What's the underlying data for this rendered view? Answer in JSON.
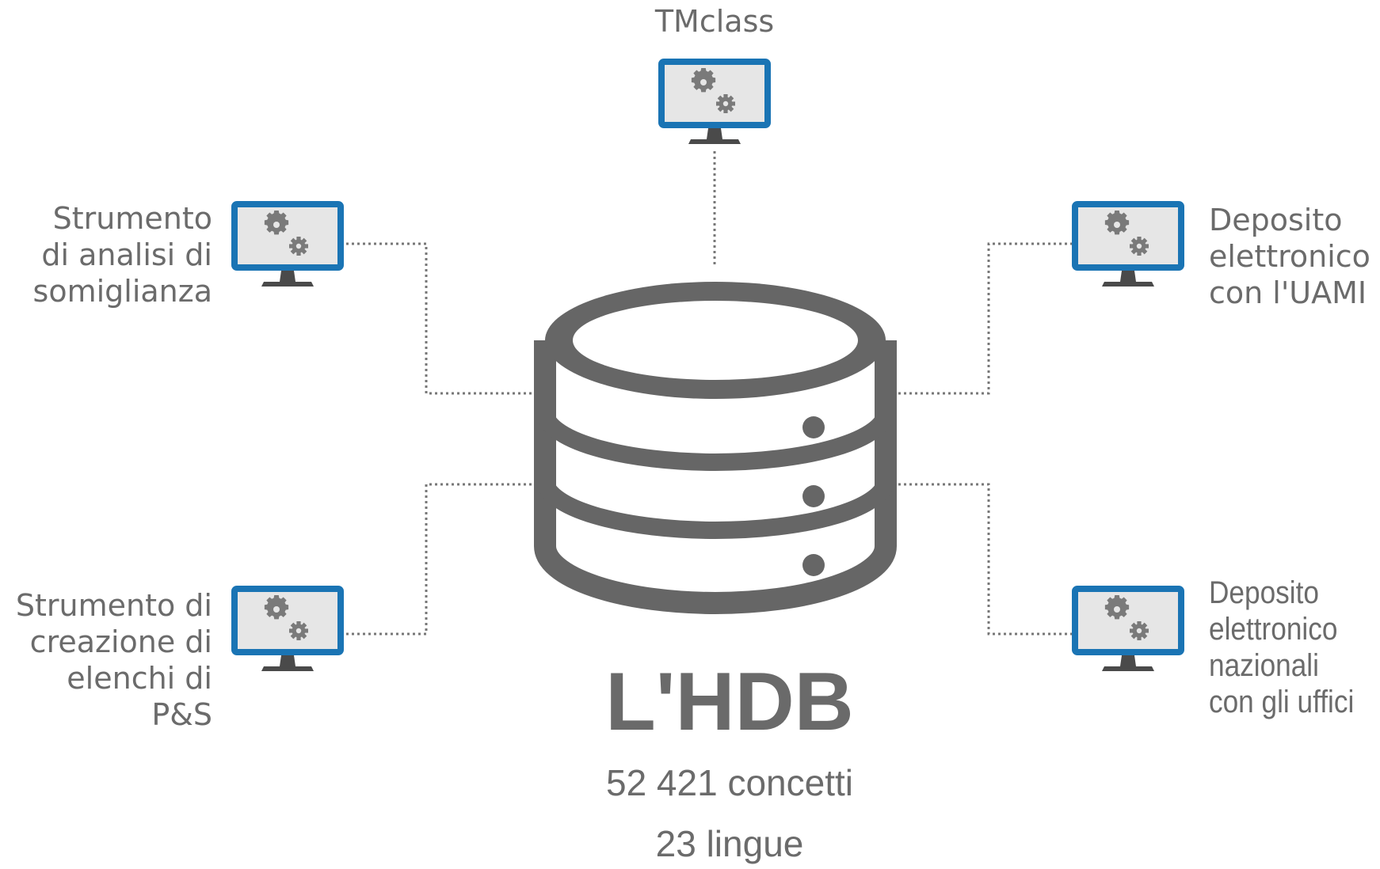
{
  "database": {
    "title": "L'HDB",
    "concepts": "52 421 concetti",
    "languages": "23 lingue"
  },
  "nodes": {
    "top": "TMclass",
    "upper_left": "Strumento\ndi analisi di\nsomiglianza",
    "lower_left": "Strumento di\ncreazione di\nelenchi di\nP&S",
    "upper_right": "Deposito\nelettronico\ncon l'UAMI",
    "lower_right": "Deposito\nelettronico\nnazionali\ncon gli uffici"
  },
  "icons": {
    "monitor": "monitor-gears-icon",
    "database": "database-icon"
  },
  "colors": {
    "monitor_frame": "#1a74b4",
    "monitor_screen": "#e6e6e6",
    "monitor_stand": "#4a4a4a",
    "gear": "#7a7a7a",
    "database": "#666666",
    "connector": "#777777",
    "text": "#6b6b6b"
  }
}
